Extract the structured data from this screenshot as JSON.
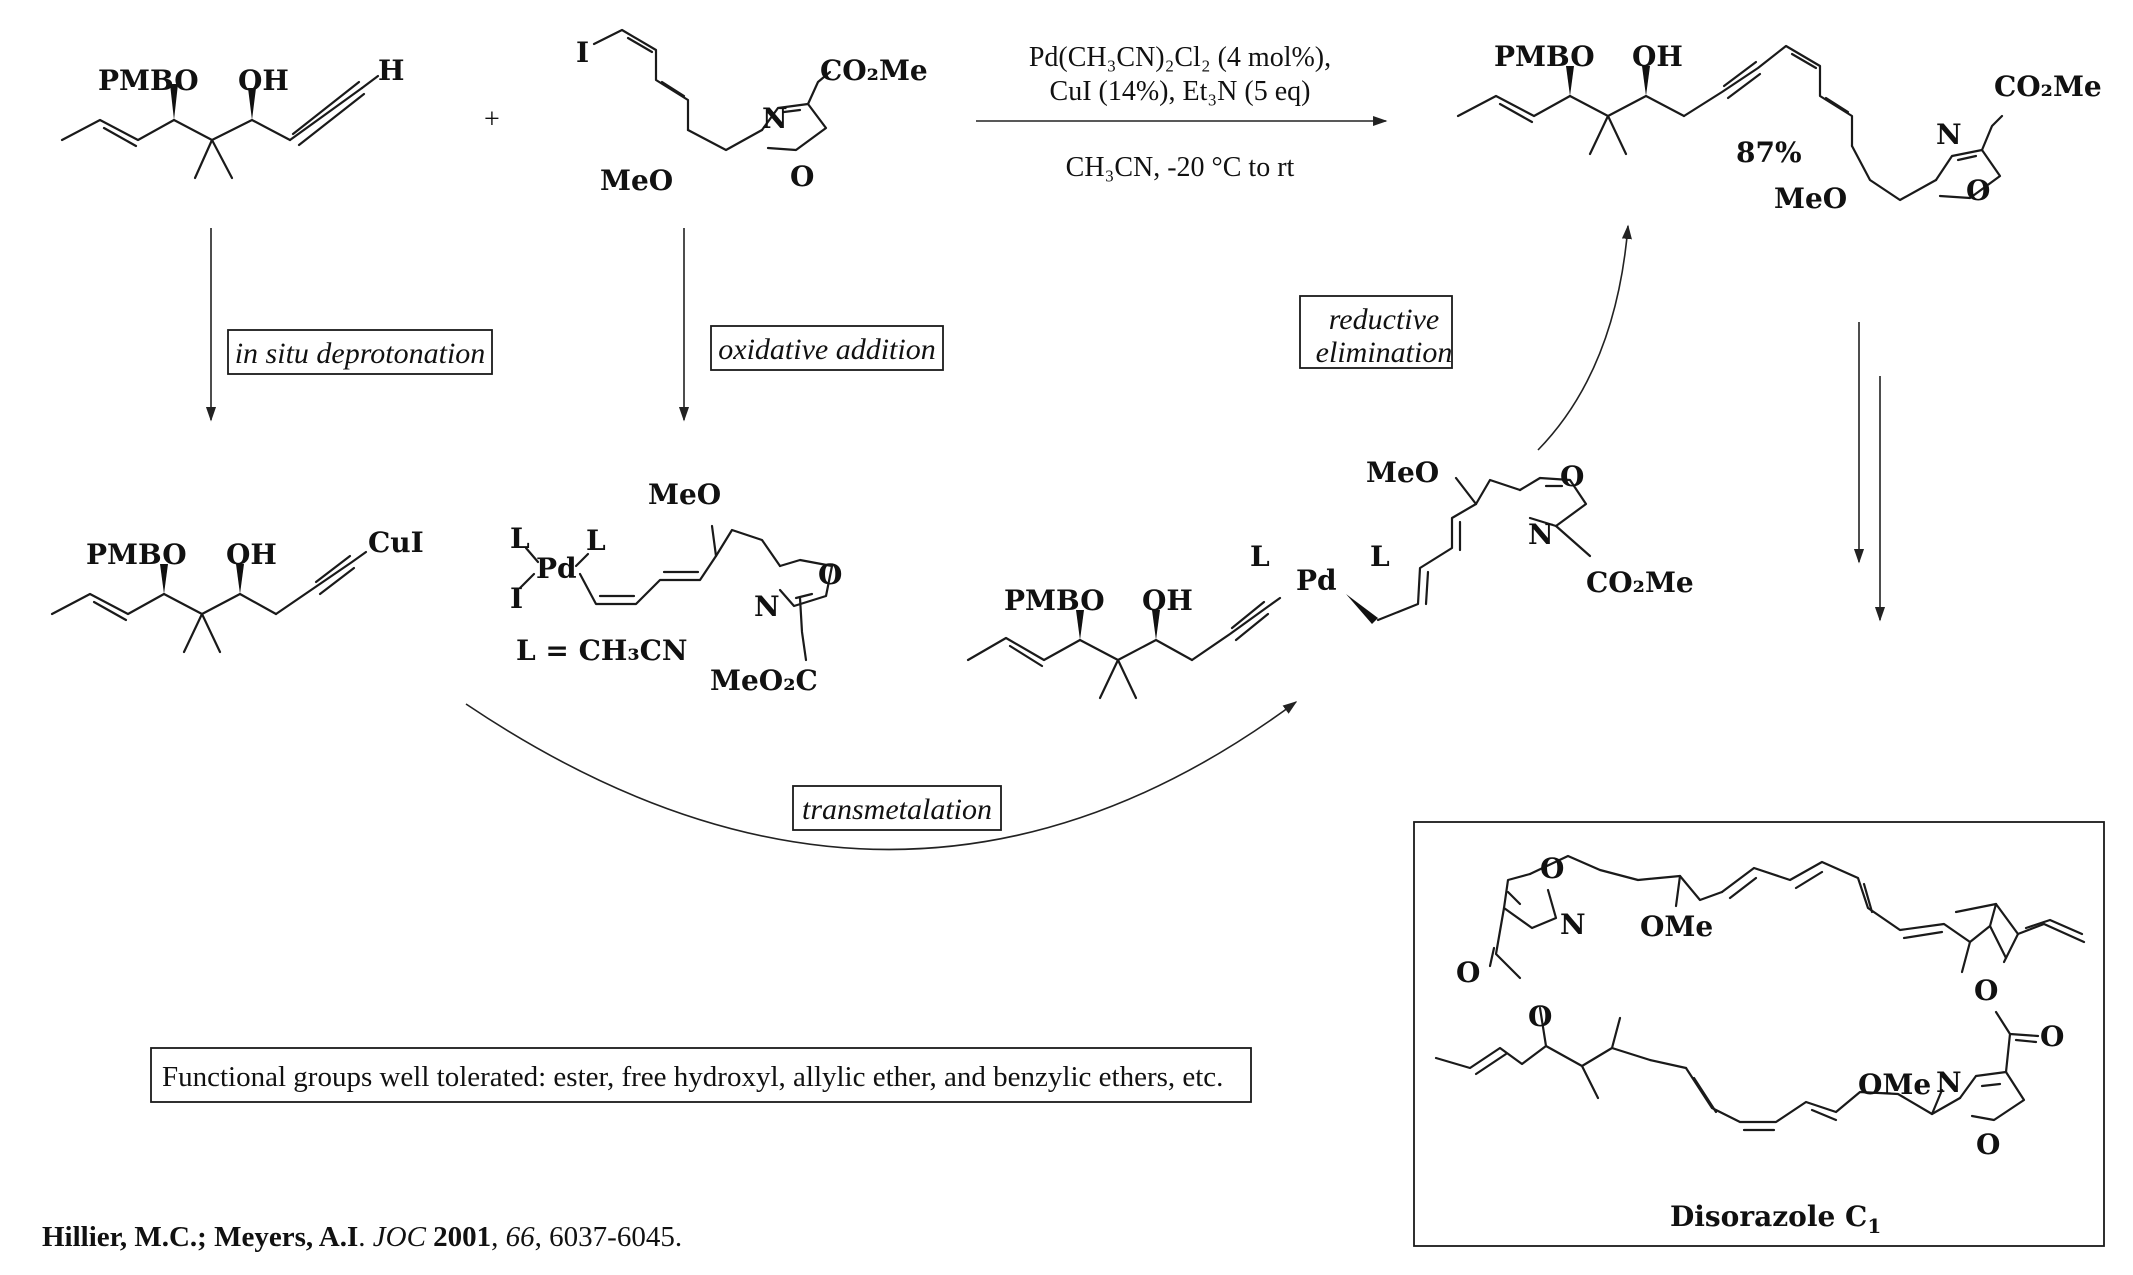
{
  "reagents": {
    "alkyne": {
      "pmbo": "PMBO",
      "oh": "OH",
      "h": "H"
    },
    "plus": "+",
    "iodide": {
      "i": "I",
      "meo": "MeO",
      "co2me": "CO₂Me",
      "n": "N",
      "o": "O"
    }
  },
  "conditions": {
    "line1": "Pd(CH₃CN)₂Cl₂ (4 mol%),",
    "line2": "CuI (14%), Et₃N (5 eq)",
    "line3": "CH₃CN, -20 °C to rt"
  },
  "product": {
    "pmbo": "PMBO",
    "oh": "OH",
    "co2me": "CO₂Me",
    "n": "N",
    "o": "O",
    "meo": "MeO",
    "yield": "87%"
  },
  "steps": {
    "deprotonation": "in situ deprotonation",
    "oxidative_addition": "oxidative addition",
    "reductive_elimination_1": "reductive",
    "reductive_elimination_2": "elimination",
    "transmetalation": "transmetalation"
  },
  "copper_acetylide": {
    "pmbo": "PMBO",
    "oh": "OH",
    "cui": "CuI"
  },
  "pd_complex": {
    "l1": "L",
    "l2": "L",
    "pd": "Pd",
    "i": "I",
    "meo": "MeO",
    "n": "N",
    "o": "O",
    "meo2c": "MeO₂C",
    "ligand_def": "L = CH₃CN"
  },
  "pd_intermediate": {
    "pmbo": "PMBO",
    "oh": "OH",
    "l1": "L",
    "l2": "L",
    "pd": "Pd",
    "meo": "MeO",
    "o": "O",
    "n": "N",
    "co2me": "CO₂Me"
  },
  "natural_product": {
    "o1": "O",
    "n1": "N",
    "ome1": "OMe",
    "o_carbonyl1": "O",
    "o_ester1": "O",
    "o_ester2": "O",
    "o_carbonyl2": "O",
    "ome2": "OMe",
    "n2": "N",
    "o2": "O",
    "name": "Disorazole C",
    "name_sub": "1"
  },
  "note": "Functional groups well tolerated: ester, free hydroxyl, allylic ether, and benzylic ethers, etc.",
  "citation": {
    "authors": "Hillier, M.C.; Meyers, A.I",
    "sep1": ".",
    "journal": "JOC",
    "year": "2001",
    "volume": "66",
    "pages": "6037-6045."
  }
}
